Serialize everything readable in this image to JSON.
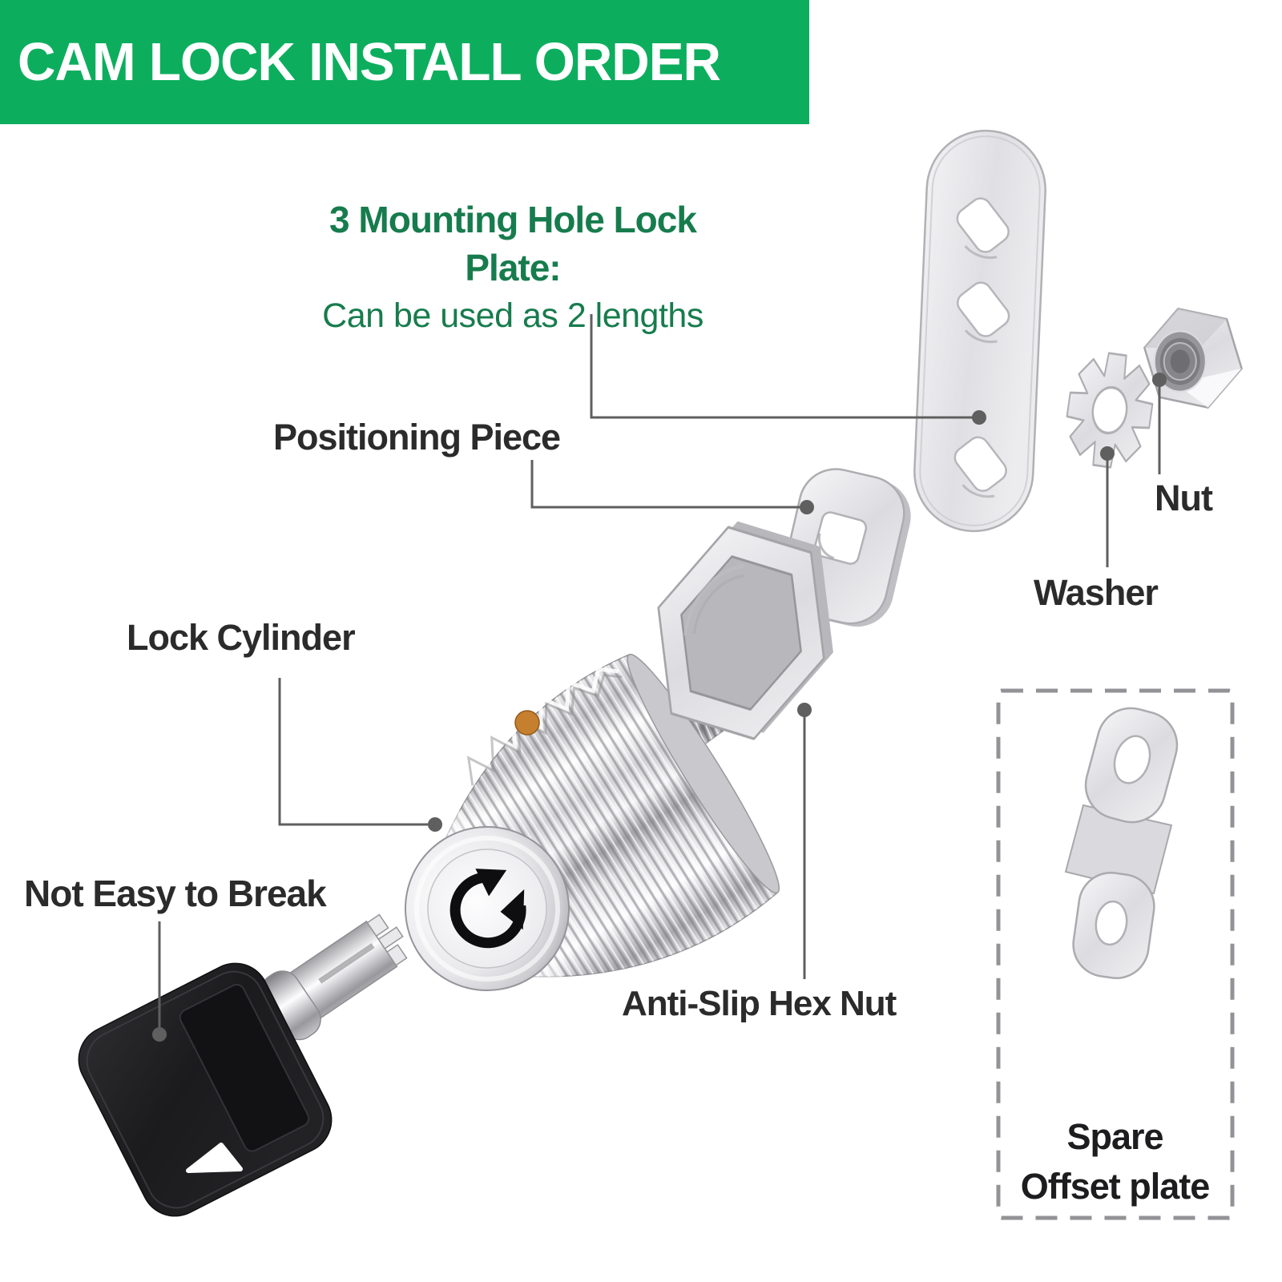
{
  "banner": {
    "title": "CAM LOCK INSTALL ORDER",
    "bg_color": "#0CAE5E",
    "text_color": "#FFFFFF"
  },
  "plate_note": {
    "line1": "3 Mounting Hole Lock Plate:",
    "line2": "Can be used as 2 lengths",
    "color": "#177C4D"
  },
  "labels": {
    "positioning_piece": "Positioning Piece",
    "nut": "Nut",
    "washer": "Washer",
    "lock_cylinder": "Lock Cylinder",
    "not_easy_to_break": "Not Easy to Break",
    "anti_slip_hex_nut": "Anti-Slip Hex Nut"
  },
  "spare_box": {
    "line1": "Spare",
    "line2": "Offset plate"
  },
  "colors": {
    "banner_green": "#0CAE5E",
    "note_green": "#177C4D",
    "label_dark": "#2B2B2B",
    "leader_gray": "#5F5F5F",
    "dashed_border_gray": "#939397",
    "metal_silver": "#E6E6EA",
    "key_black": "#1C1C1E",
    "cylinder_dot_orange": "#C57F2E"
  }
}
